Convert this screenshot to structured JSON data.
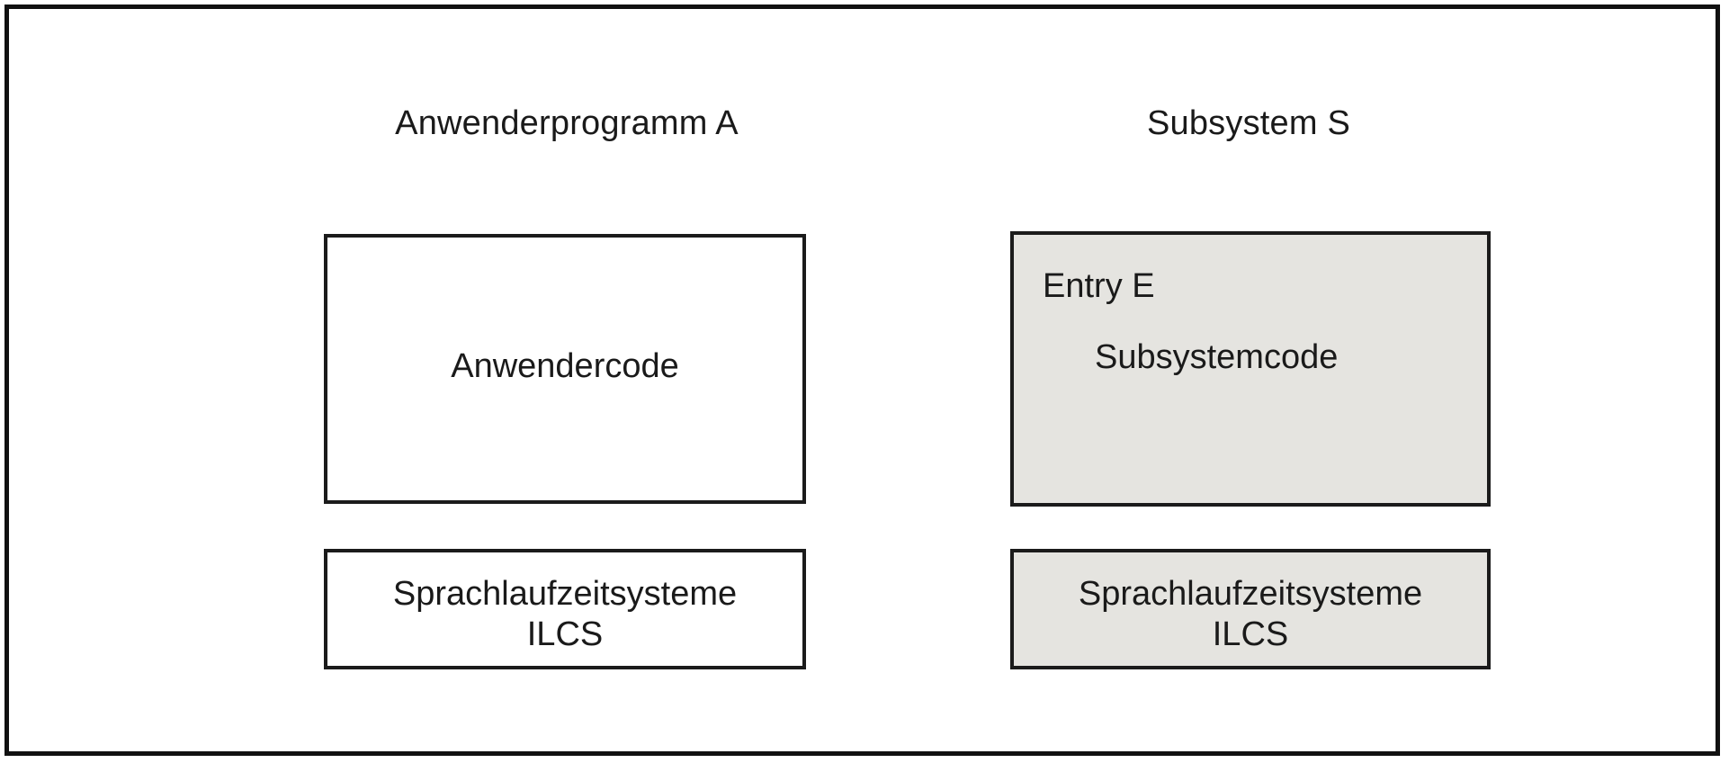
{
  "diagram": {
    "type": "block-diagram",
    "background_color": "#ffffff",
    "frame_border_color": "#111111",
    "shaded_fill_color": "#e5e4e0",
    "text_color": "#1a1a1a",
    "columns": [
      {
        "id": "anwenderprogramm",
        "title": "Anwenderprogramm A",
        "boxes": [
          {
            "id": "anwendercode",
            "label": "Anwendercode",
            "shaded": false
          },
          {
            "id": "ilcs-left",
            "line1": "Sprachlaufzeitsysteme",
            "line2": "ILCS",
            "shaded": false
          }
        ]
      },
      {
        "id": "subsystem",
        "title": "Subsystem S",
        "boxes": [
          {
            "id": "subsystemcode",
            "entry_label": "Entry E",
            "code_label": "Subsystemcode",
            "shaded": true
          },
          {
            "id": "ilcs-right",
            "line1": "Sprachlaufzeitsysteme",
            "line2": "ILCS",
            "shaded": true
          }
        ]
      }
    ]
  }
}
